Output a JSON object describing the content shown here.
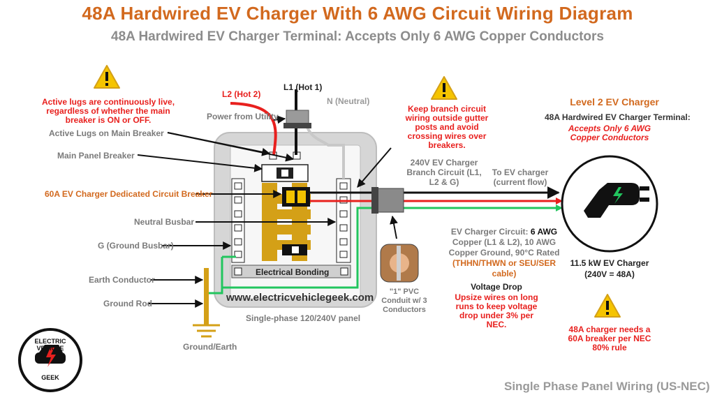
{
  "title": "48A Hardwired EV Charger With 6 AWG Circuit Wiring Diagram",
  "subtitle": "48A Hardwired EV Charger Terminal:  Accepts Only 6 AWG Copper Conductors",
  "labels": {
    "active_lugs_warning": "Active lugs are continuously live, regardless of whether the main breaker is ON or OFF.",
    "active_lugs": "Active Lugs on Main Breaker",
    "main_panel_breaker": "Main Panel Breaker",
    "dedicated_breaker": "60A EV Charger Dedicated Circuit Breaker",
    "neutral_busbar": "Neutral Busbar",
    "ground_busbar": "G (Ground Busbar)",
    "earth_conductor": "Earth Conductor",
    "ground_rod": "Ground Rod",
    "ground_earth": "Ground/Earth",
    "l2": "L2 (Hot 2)",
    "l1": "L1 (Hot 1)",
    "neutral": "N (Neutral)",
    "power_utility": "Power from Utility",
    "electrical_bonding": "Electrical Bonding",
    "website": "www.electricvehiclegeek.com",
    "panel_type": "Single-phase 120/240V panel",
    "branch_warning": "Keep branch circuit wiring outside gutter posts and avoid crossing wires over breakers.",
    "branch_circuit": "240V EV Charger Branch Circuit (L1, L2 & G)",
    "to_charger": "To EV charger (current flow)",
    "conduit": "\"1\" PVC Conduit w/ 3 Conductors",
    "circuit_line1_prefix": "EV Charger Circuit: ",
    "circuit_line1_value": "6 AWG",
    "circuit_line2": "Copper (L1 & L2), 10 AWG Copper Ground, 90°C Rated",
    "circuit_cable": "(THHN/THWN or SEU/SER cable)",
    "voltage_drop_title": "Voltage Drop",
    "voltage_drop_text": "Upsize wires on long runs to keep voltage drop under 3% per NEC.",
    "level2_title": "Level 2 EV Charger",
    "level2_terminal": "48A Hardwired EV Charger Terminal:",
    "level2_accepts": "Accepts Only 6 AWG Copper Conductors",
    "charger_power": "11.5 kW EV Charger",
    "charger_rating": "(240V = 48A)",
    "breaker_rule": "48A charger needs a 60A breaker per NEC 80% rule",
    "footer": "Single Phase Panel Wiring (US-NEC)",
    "logo_top": "ELECTRIC VEHICLE",
    "logo_bottom": "GEEK"
  },
  "colors": {
    "title": "#d2691e",
    "warning_red": "#e8201e",
    "hot_wire": "#e8201e",
    "neutral_wire": "#c8c8c8",
    "ground_wire": "#22c55e",
    "busbar_gold": "#d4a017",
    "panel_gray": "#d6d6d6"
  },
  "icons": [
    "warning-icon",
    "ev-plug-icon",
    "logo-icon"
  ]
}
